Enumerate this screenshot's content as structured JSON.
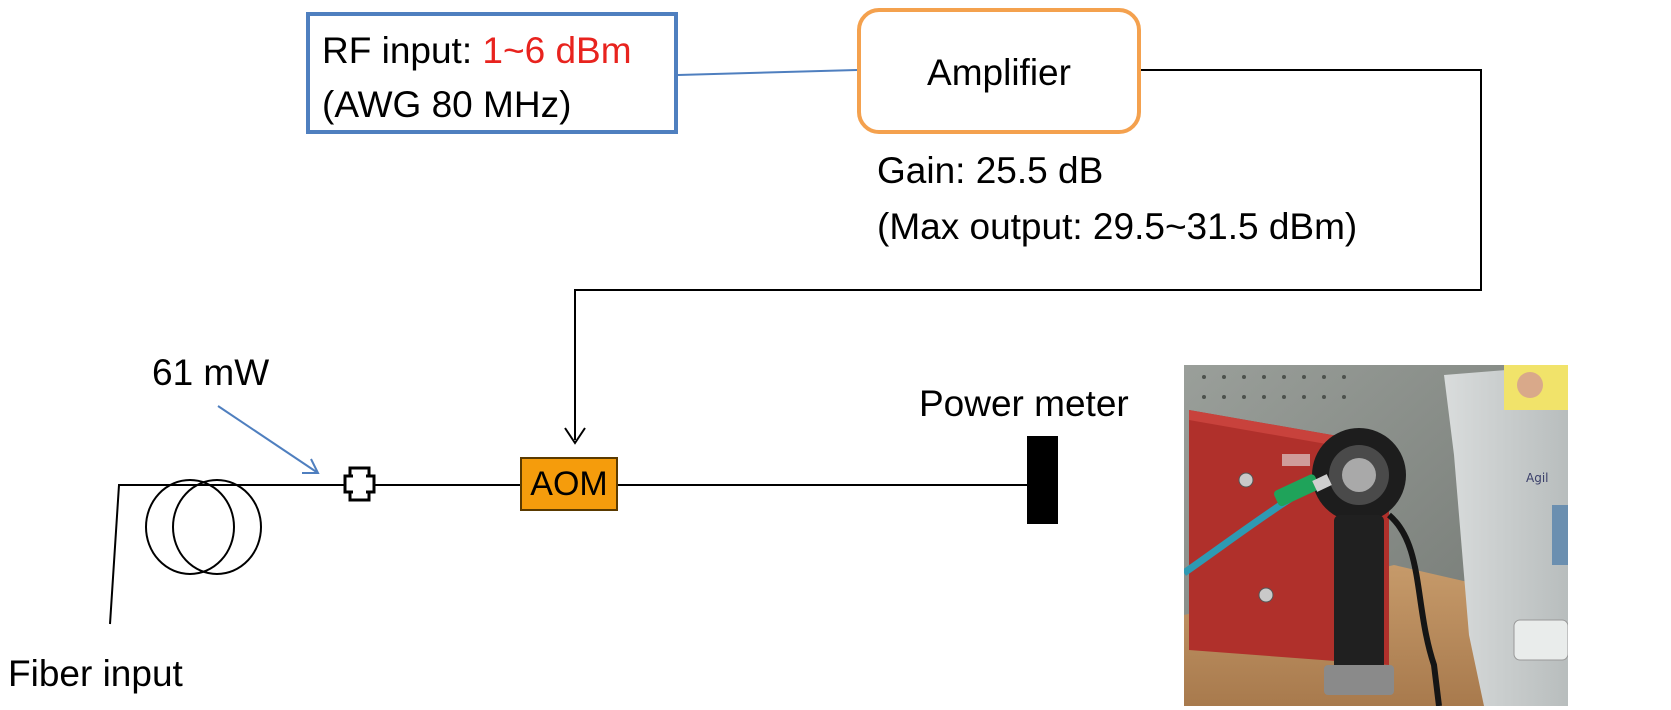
{
  "rf_input": {
    "line1_label": "RF input: ",
    "line1_value": "1~6 dBm",
    "line2": "(AWG 80 MHz)",
    "value_color": "#e8231e"
  },
  "amplifier": {
    "label": "Amplifier",
    "gain": "Gain: 25.5 dB",
    "max_output": "(Max output: 29.5~31.5 dBm)"
  },
  "aom": {
    "label": "AOM"
  },
  "power_meter": {
    "label": "Power meter"
  },
  "fiber": {
    "power": "61 mW",
    "input_label": "Fiber input"
  },
  "colors": {
    "rf_box": "#4f7fbf",
    "amp_box": "#f4a14e",
    "aom_fill": "#f59c0c",
    "arrow_blue": "#4f7fbf"
  },
  "photo": {
    "brand": "Agil"
  }
}
